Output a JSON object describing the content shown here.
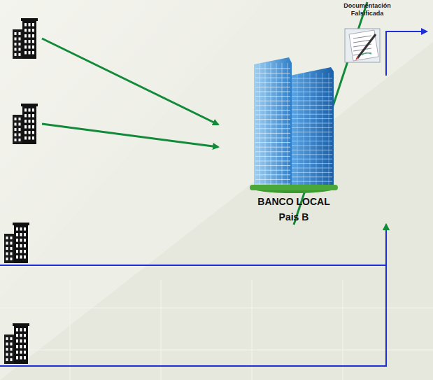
{
  "diagram": {
    "nodes": [
      {
        "text": []
      },
      {
        "text": []
      },
      {
        "text": []
      },
      {
        "text": []
      },
      {
        "text": [
          "BANCO LOCAL",
          "Pais B"
        ]
      },
      {
        "text": [
          "Documentación Falsificada"
        ]
      }
    ],
    "edges": [
      {
        "from": 0,
        "to": 4,
        "arrow": "to"
      },
      {
        "from": 1,
        "to": 4,
        "arrow": "to"
      },
      {
        "from": 2,
        "to": 4,
        "arrow": "to"
      },
      {
        "from": 3,
        "to": 4,
        "arrow": "to"
      },
      {
        "from": 4,
        "to": 5,
        "arrow": "none"
      }
    ]
  }
}
